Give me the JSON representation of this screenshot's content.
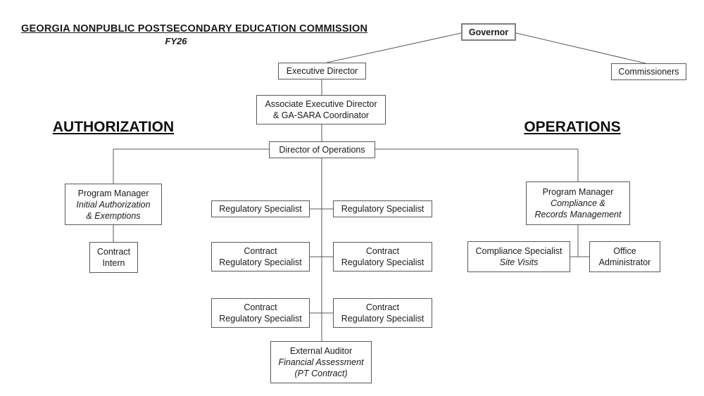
{
  "document": {
    "title": "GEORGIA NONPUBLIC POSTSECONDARY EDUCATION COMMISSION",
    "fiscal_year": "FY26"
  },
  "sections": {
    "left_heading": "AUTHORIZATION",
    "right_heading": "OPERATIONS"
  },
  "nodes": {
    "governor": {
      "title": "Governor"
    },
    "executive_director": {
      "title": "Executive Director"
    },
    "commissioners": {
      "title": "Commissioners"
    },
    "associate_executive_director": {
      "title": "Associate Executive Director",
      "title2": "& GA-SARA Coordinator"
    },
    "director_of_operations": {
      "title": "Director of Operations"
    },
    "program_manager_authorization": {
      "title": "Program Manager",
      "sub1": "Initial Authorization",
      "sub2": "& Exemptions"
    },
    "contract_intern": {
      "title": "Contract",
      "title2": "Intern"
    },
    "regulatory_specialist_left": {
      "title": "Regulatory Specialist"
    },
    "regulatory_specialist_right": {
      "title": "Regulatory Specialist"
    },
    "contract_regulatory_specialist_1": {
      "title": "Contract",
      "title2": "Regulatory Specialist"
    },
    "contract_regulatory_specialist_2": {
      "title": "Contract",
      "title2": "Regulatory Specialist"
    },
    "contract_regulatory_specialist_3": {
      "title": "Contract",
      "title2": "Regulatory Specialist"
    },
    "contract_regulatory_specialist_4": {
      "title": "Contract",
      "title2": "Regulatory Specialist"
    },
    "external_auditor": {
      "title": "External Auditor",
      "sub1": "Financial Assessment",
      "sub2": "(PT Contract)"
    },
    "program_manager_compliance": {
      "title": "Program Manager",
      "sub1": "Compliance &",
      "sub2": "Records Management"
    },
    "compliance_specialist": {
      "title": "Compliance Specialist",
      "sub1": "Site Visits"
    },
    "office_administrator": {
      "title": "Office",
      "title2": "Administrator"
    }
  },
  "colors": {
    "background": "#ffffff",
    "box_border": "#595959",
    "governor_border": "#808080",
    "connector_line": "#595959",
    "text": "#1a1a1a"
  }
}
